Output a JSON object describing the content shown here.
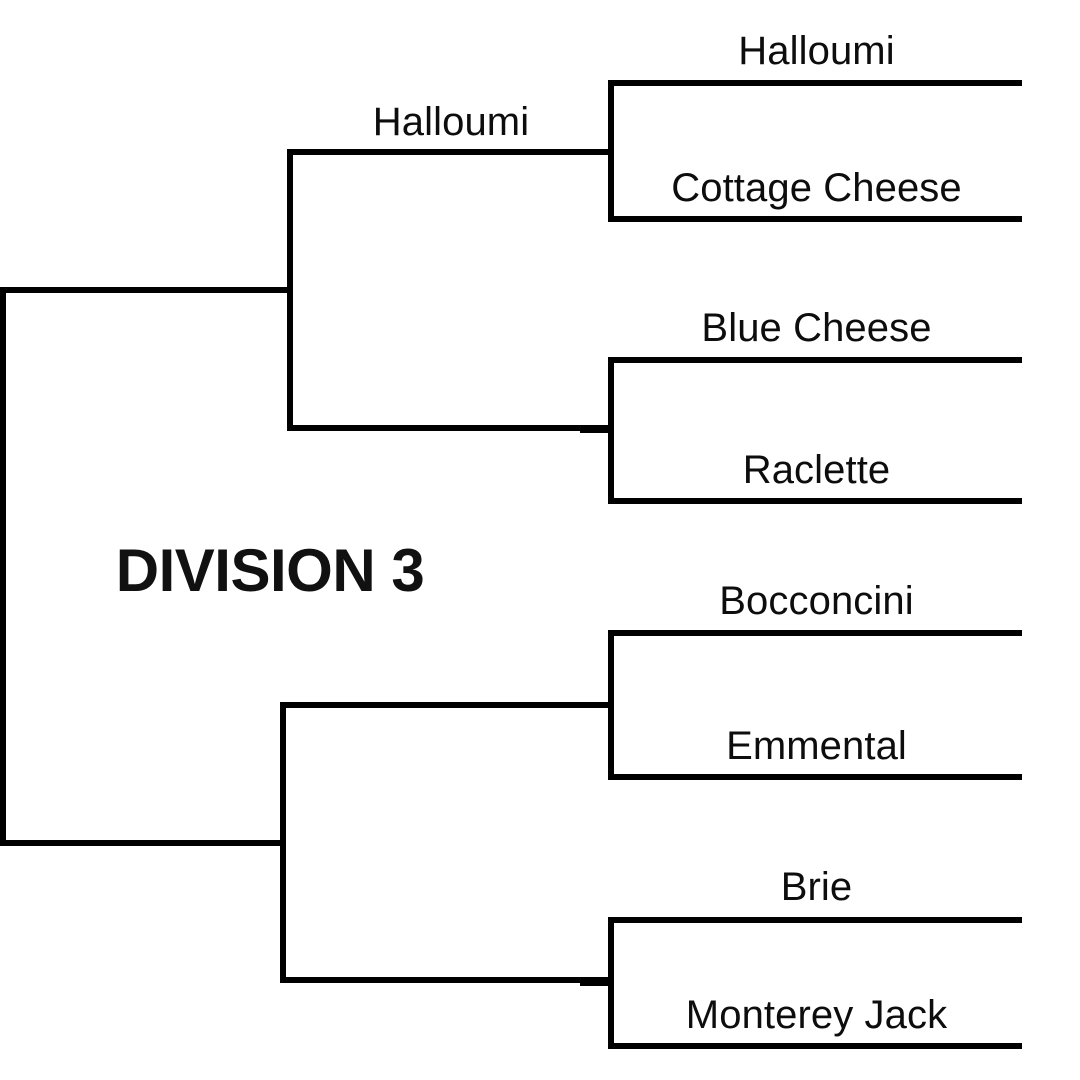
{
  "title": "DIVISION 3",
  "style": {
    "line_color": "#000000",
    "line_width": 6,
    "text_color": "#0d0d0d",
    "background": "#ffffff"
  },
  "bracket": {
    "rounds": [
      {
        "name": "round-1",
        "matches": [
          {
            "id": "m1",
            "top_slot": "Halloumi",
            "bottom_slot": "Cottage Cheese",
            "winner": "Halloumi"
          },
          {
            "id": "m2",
            "top_slot": "Blue Cheese",
            "bottom_slot": "Raclette",
            "winner": ""
          },
          {
            "id": "m3",
            "top_slot": "Bocconcini",
            "bottom_slot": "Emmental",
            "winner": ""
          },
          {
            "id": "m4",
            "top_slot": "Brie",
            "bottom_slot": "Monterey Jack",
            "winner": ""
          }
        ]
      },
      {
        "name": "semifinal",
        "matches": [
          {
            "id": "s1",
            "top_slot": "Halloumi",
            "bottom_slot": "",
            "winner": "Halloumi"
          },
          {
            "id": "s2",
            "top_slot": "",
            "bottom_slot": "",
            "winner": ""
          }
        ]
      },
      {
        "name": "final",
        "matches": [
          {
            "id": "f1",
            "top_slot": "Halloumi",
            "bottom_slot": "",
            "winner": ""
          }
        ]
      }
    ]
  },
  "labels": {
    "r1m1_top": "Halloumi",
    "r1m1_bottom": "Cottage Cheese",
    "r1m2_top": "Blue Cheese",
    "r1m2_bottom": "Raclette",
    "r1m3_top": "Bocconcini",
    "r1m3_bottom": "Emmental",
    "r1m4_top": "Brie",
    "r1m4_bottom": "Monterey Jack",
    "sf1_winner": "Halloumi"
  }
}
